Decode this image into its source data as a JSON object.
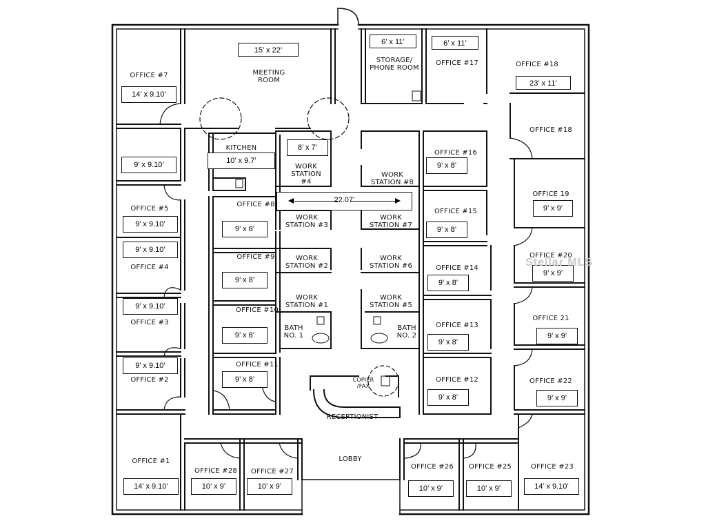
{
  "rooms": {
    "office_7": "OFFICE #7",
    "meeting": "MEETING\nROOM",
    "storage": "STORAGE/\nPHONE ROOM",
    "office_17": "OFFICE #17",
    "office_18a": "OFFICE #18",
    "office_18b": "OFFICE #18",
    "kitchen": "KITCHEN",
    "ws4": "WORK\nSTATION #4",
    "ws8": "WORK\nSTATION #8",
    "office_16": "OFFICE #16",
    "office_19": "OFFICE 19",
    "office_5": "OFFICE #5",
    "office_8": "OFFICE #8",
    "ws3": "WORK\nSTATION #3",
    "ws7": "WORK\nSTATION #7",
    "office_15": "OFFICE #15",
    "office_4": "OFFICE #4",
    "office_9": "OFFICE #9",
    "ws2": "WORK\nSTATION #2",
    "ws6": "WORK\nSTATION #6",
    "office_14": "OFFICE #14",
    "office_20": "OFFICE #20",
    "office_3": "OFFICE #3",
    "office_10": "OFFICE #10",
    "ws1": "WORK\nSTATION #1",
    "ws5": "WORK\nSTATION #5",
    "office_13": "OFFICE #13",
    "office_21": "OFFICE 21",
    "bath_left": "BATH\nNO. 1",
    "bath_right": "BATH\nNO. 2",
    "office_2": "OFFICE #2",
    "office_11": "OFFICE #11",
    "copier": "COPIER\n/FAX",
    "office_12": "OFFICE #12",
    "office_22": "OFFICE #22",
    "receptionist": "RECEPTIONIST",
    "office_1": "OFFICE #1",
    "office_28": "OFFICE #28",
    "office_27": "OFFICE #27",
    "lobby": "LOBBY",
    "office_26": "OFFICE #26",
    "office_25": "OFFICE #25",
    "office_23": "OFFICE #23"
  },
  "dims": {
    "meeting": "15’ x 22’",
    "storage": "6’ x 11’",
    "office_17": "6’ x 11’",
    "office_7": "14’ x 9.10’",
    "office_18": "23’ x 11’",
    "left_top2": "9’ x 9.10’",
    "kitchen": "10’ x 9.7’",
    "ws4": "8’ x 7’",
    "office_16": "9’ x 8’",
    "corridor": "22.07’",
    "office_19": "9’ x 9’",
    "office_5": "9’ x 9.10’",
    "office_8": "9’ x 8’",
    "office_15": "9’ x 8’",
    "office_4": "9’ x 9.10’",
    "office_9": "9’ x 8’",
    "office_14": "9’ x 8’",
    "office_20": "9’ x 9’",
    "office_3": "9’ x 9.10’",
    "office_10": "9’ x 8’",
    "office_13": "9’ x 8’",
    "office_21": "9’ x 9’",
    "office_2": "9’ x 9.10’",
    "office_11": "9’ x 8’",
    "office_12": "9’ x 8’",
    "office_22": "9’ x 9’",
    "office_1": "14’ x 9.10’",
    "office_28": "10’ x 9’",
    "office_27": "10’ x 9’",
    "office_26": "10’ x 9’",
    "office_25": "10’ x 9’",
    "office_23": "14’ x 9.10’"
  },
  "watermark": "Stellar MLS"
}
